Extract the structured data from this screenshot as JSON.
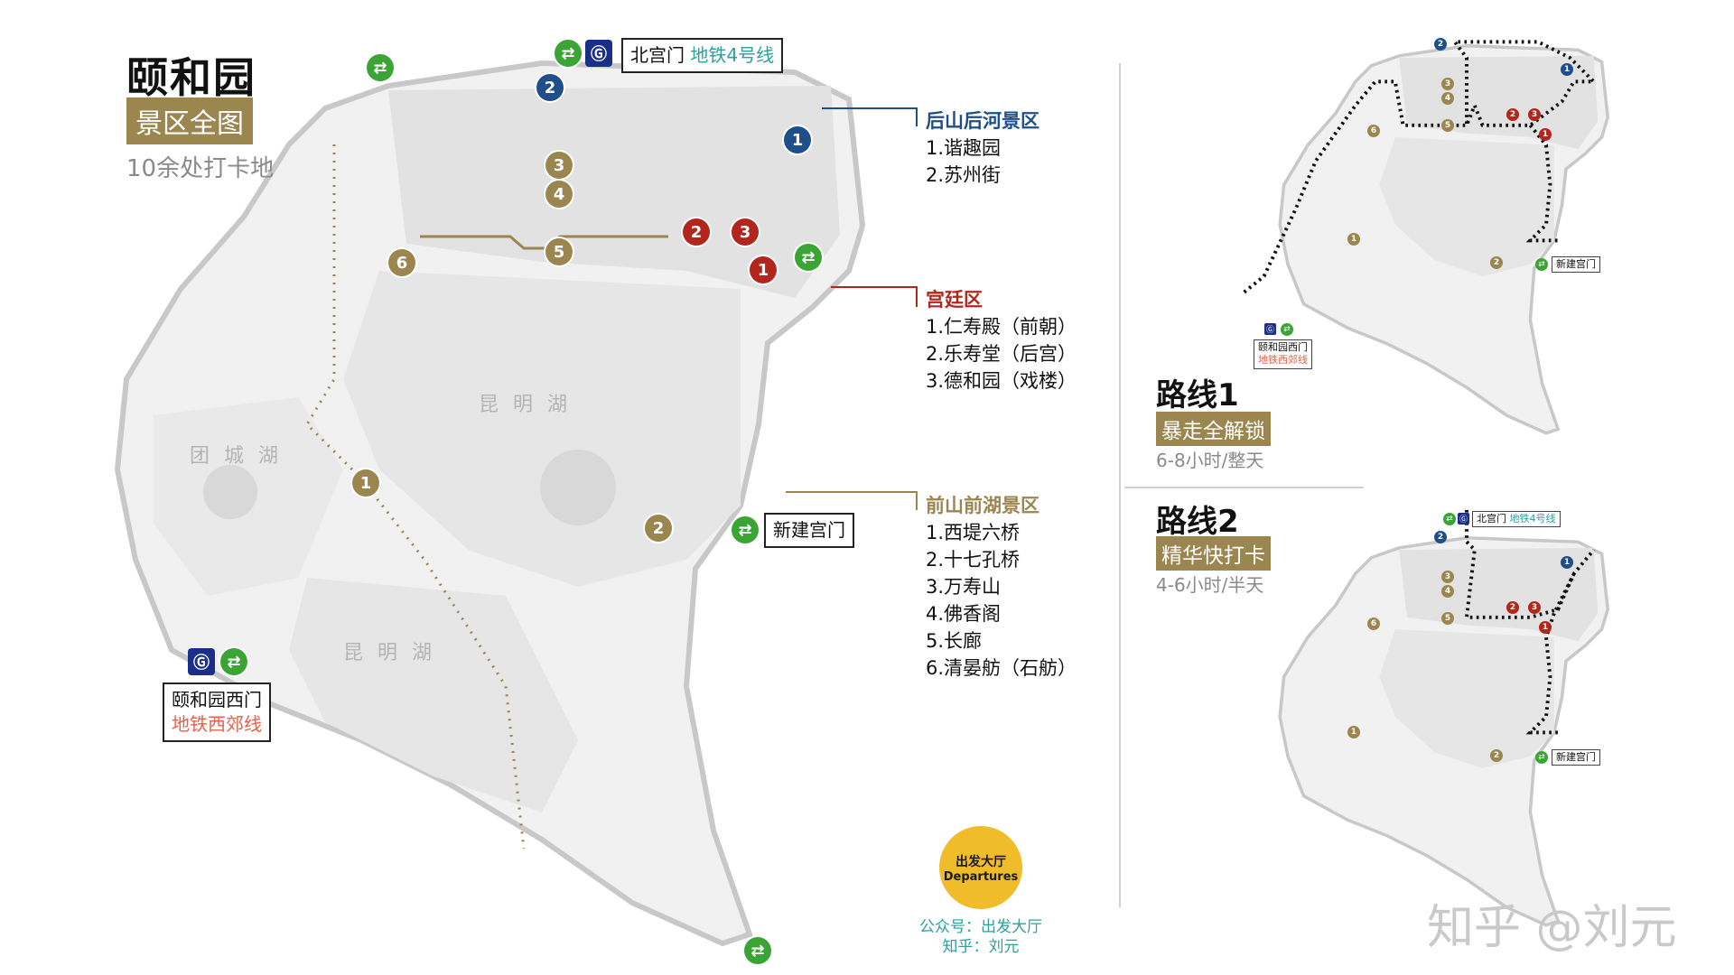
{
  "header": {
    "title": "颐和园",
    "subtitle": "景区全图",
    "note": "10余处打卡地"
  },
  "gates": {
    "north": {
      "name": "北宫门",
      "line": "地铁4号线"
    },
    "west": {
      "name": "颐和园西门",
      "line": "地铁西郊线"
    },
    "xinjian": {
      "name": "新建宫门"
    }
  },
  "lakes": {
    "kunming": "昆明湖",
    "tuancheng": "团城湖",
    "kunming_south": "昆明湖"
  },
  "markers": {
    "gold": [
      "1",
      "2",
      "3",
      "4",
      "5",
      "6"
    ],
    "blue": [
      "1",
      "2"
    ],
    "red": [
      "1",
      "2",
      "3"
    ],
    "transfer_icon": "transfer-icon",
    "metro_icon": "metro-icon"
  },
  "legend": {
    "houshan": {
      "title": "后山后河景区",
      "items": [
        "1.谐趣园",
        "2.苏州街"
      ]
    },
    "gongting": {
      "title": "宫廷区",
      "items": [
        "1.仁寿殿（前朝）",
        "2.乐寿堂（后宫）",
        "3.德和园（戏楼）"
      ]
    },
    "qianshan": {
      "title": "前山前湖景区",
      "items": [
        "1.西堤六桥",
        "2.十七孔桥",
        "3.万寿山",
        "4.佛香阁",
        "5.长廊",
        "6.清晏舫（石舫）"
      ]
    }
  },
  "routes": [
    {
      "title": "路线1",
      "tag": "暴走全解锁",
      "time": "6-8小时/整天"
    },
    {
      "title": "路线2",
      "tag": "精华快打卡",
      "time": "4-6小时/半天"
    }
  ],
  "mini_labels": {
    "north_gate": "北宫门",
    "north_line": "地铁4号线",
    "xinjian": "新建宫门",
    "west_gate": "颐和园西门",
    "west_line": "地铁西郊线"
  },
  "brand": {
    "cn": "出发大厅",
    "en": "Departures",
    "credit1": "公众号：出发大厅",
    "credit2": "知乎：刘元"
  },
  "watermark": "知乎 @刘元",
  "colors": {
    "gold": "#9b8650",
    "blue": "#1f4f8a",
    "red": "#b3261e",
    "green": "#3aa535",
    "metro": "#1b2e8a"
  }
}
